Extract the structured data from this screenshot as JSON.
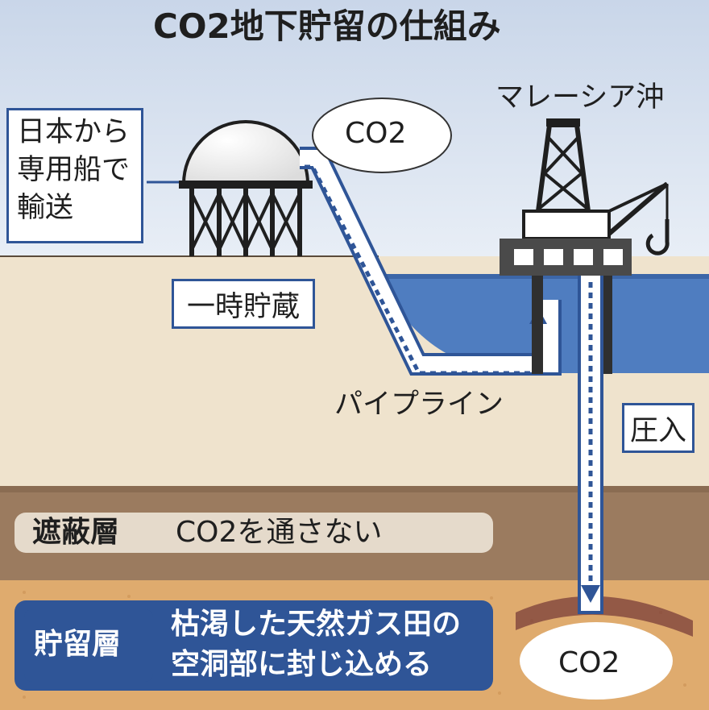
{
  "title": "CO2地下貯留の仕組み",
  "labels": {
    "transport": [
      "日本から",
      "専用船で",
      "輸送"
    ],
    "temp_storage": "一時貯蔵",
    "co2_top": "CO2",
    "malaysia": "マレーシア沖",
    "pipeline": "パイプライン",
    "injection": "圧入",
    "co2_bottom": "CO2"
  },
  "layers": {
    "seal": {
      "name": "遮蔽層",
      "desc": "CO2を通さない"
    },
    "reservoir": {
      "name": "貯留層",
      "desc": [
        "枯渇した天然ガス田の",
        "空洞部に封じ込める"
      ]
    }
  },
  "colors": {
    "sky": "#d9e3f0",
    "ground": "#efe3cd",
    "sea": "#4f7dc0",
    "seal_layer": "#9b7b5f",
    "reservoir_layer": "#dfab6e",
    "accent": "#2f5597",
    "dark": "#1f1f1f"
  }
}
